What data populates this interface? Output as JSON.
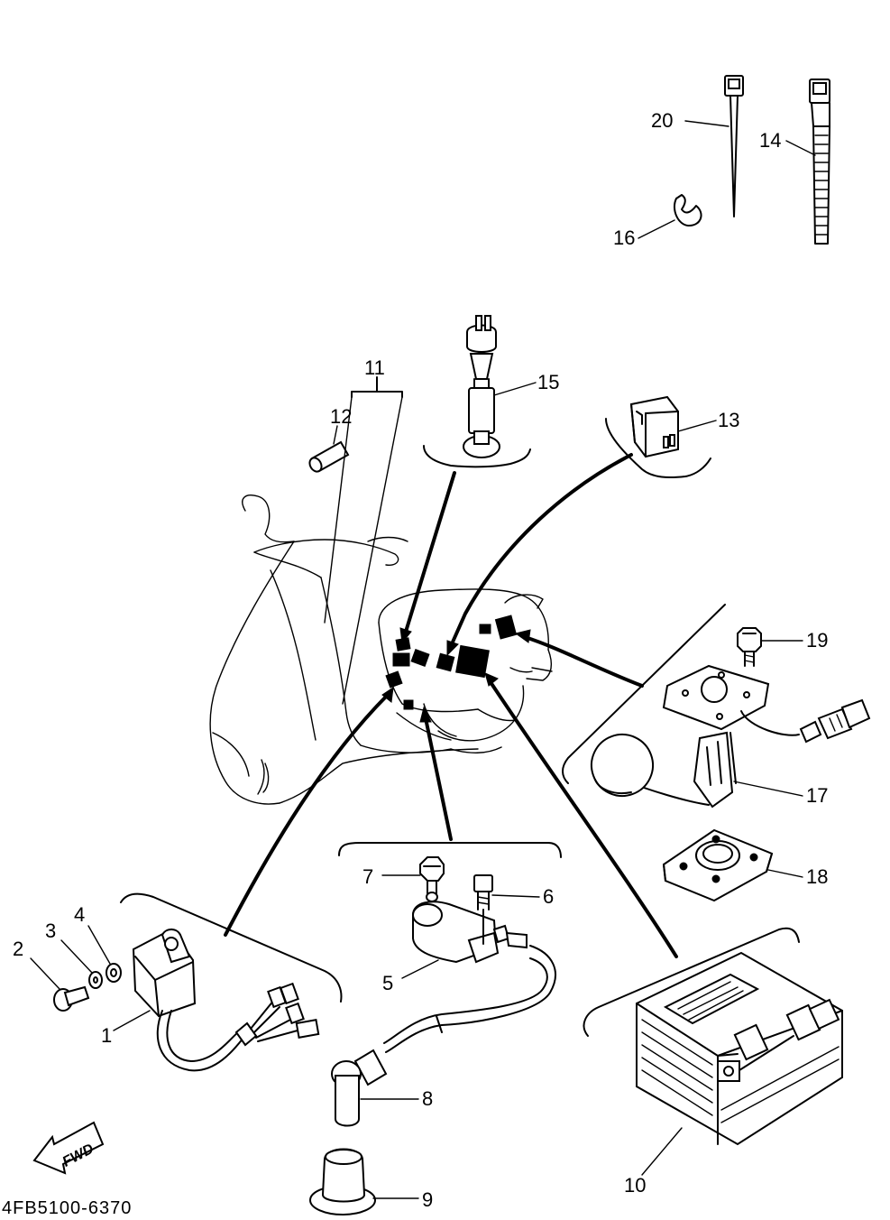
{
  "diagram": {
    "part_number": "4FB5100-6370",
    "fwd_label": "FWD",
    "callouts": [
      "1",
      "2",
      "3",
      "4",
      "5",
      "6",
      "7",
      "8",
      "9",
      "10",
      "11",
      "12",
      "13",
      "14",
      "15",
      "16",
      "17",
      "18",
      "19",
      "20"
    ]
  }
}
